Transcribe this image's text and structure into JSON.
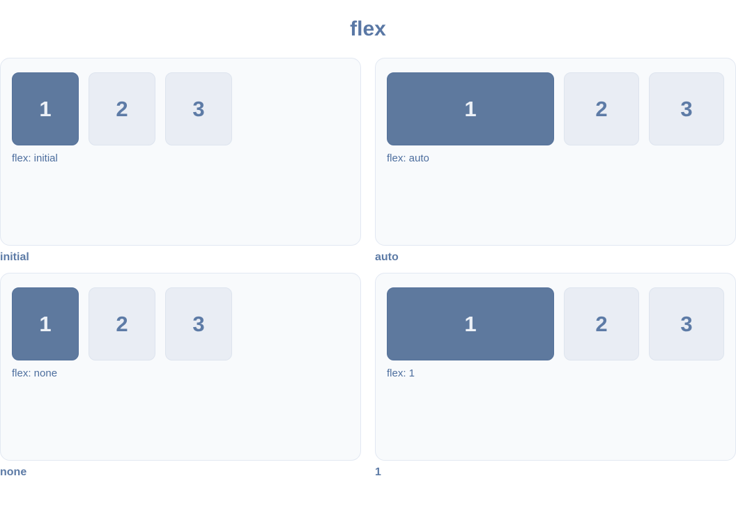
{
  "page": {
    "title": "flex"
  },
  "colors": {
    "title_text": "#5a78a5",
    "panel_bg": "#f8fafc",
    "panel_border": "#e2e8f2",
    "accent_box": "#5e799e",
    "accent_box_border": "#54719a",
    "muted_box": "#e9edf4",
    "muted_box_border": "#dde4ee",
    "code_text": "#4d6e9e",
    "caption_text": "#5d7ba6"
  },
  "panels": [
    {
      "code_label": "flex: initial",
      "caption": "initial",
      "items": [
        "1",
        "2",
        "3"
      ]
    },
    {
      "code_label": "flex: auto",
      "caption": "auto",
      "items": [
        "1",
        "2",
        "3"
      ]
    },
    {
      "code_label": "flex: none",
      "caption": "none",
      "items": [
        "1",
        "2",
        "3"
      ]
    },
    {
      "code_label": "flex: 1",
      "caption": "1",
      "items": [
        "1",
        "2",
        "3"
      ]
    }
  ]
}
